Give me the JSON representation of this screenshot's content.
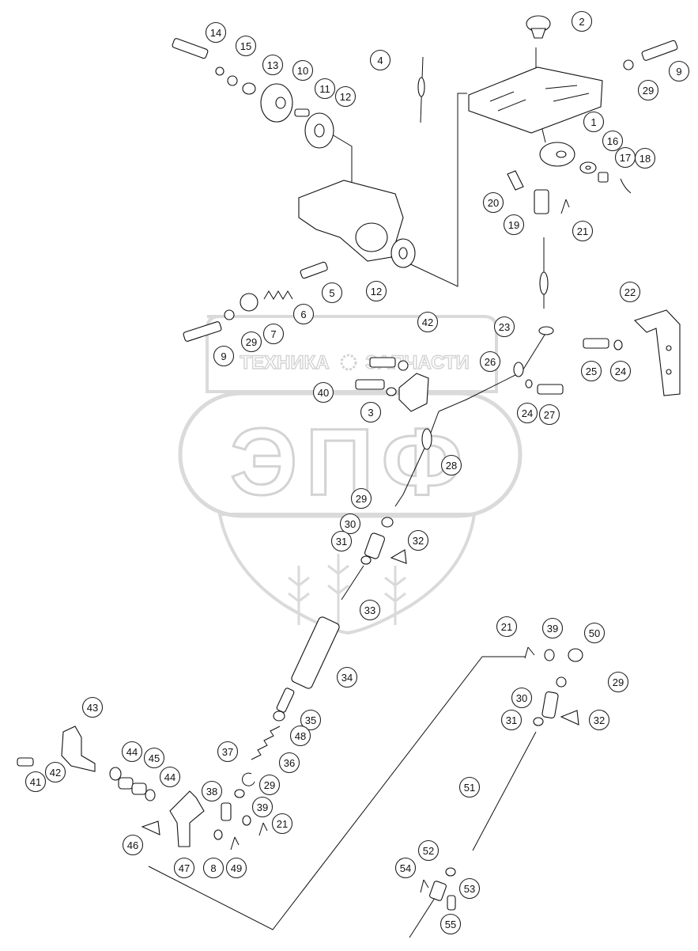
{
  "watermark": {
    "brand_left": "ТЕХНИКА",
    "brand_right": "ЗАПЧАСТИ",
    "logo_letters": "ЭПФ",
    "color": "#d9d9d9"
  },
  "callouts": [
    {
      "id": "c1",
      "label": "1"
    },
    {
      "id": "c2",
      "label": "2"
    },
    {
      "id": "c3",
      "label": "3"
    },
    {
      "id": "c4",
      "label": "4"
    },
    {
      "id": "c5",
      "label": "5"
    },
    {
      "id": "c6",
      "label": "6"
    },
    {
      "id": "c7",
      "label": "7"
    },
    {
      "id": "c8",
      "label": "8"
    },
    {
      "id": "c9a",
      "label": "9"
    },
    {
      "id": "c9b",
      "label": "9"
    },
    {
      "id": "c10",
      "label": "10"
    },
    {
      "id": "c11",
      "label": "11"
    },
    {
      "id": "c12a",
      "label": "12"
    },
    {
      "id": "c12b",
      "label": "12"
    },
    {
      "id": "c13",
      "label": "13"
    },
    {
      "id": "c14",
      "label": "14"
    },
    {
      "id": "c15",
      "label": "15"
    },
    {
      "id": "c16",
      "label": "16"
    },
    {
      "id": "c17",
      "label": "17"
    },
    {
      "id": "c18",
      "label": "18"
    },
    {
      "id": "c19",
      "label": "19"
    },
    {
      "id": "c20",
      "label": "20"
    },
    {
      "id": "c21a",
      "label": "21"
    },
    {
      "id": "c21b",
      "label": "21"
    },
    {
      "id": "c21c",
      "label": "21"
    },
    {
      "id": "c22",
      "label": "22"
    },
    {
      "id": "c23",
      "label": "23"
    },
    {
      "id": "c24a",
      "label": "24"
    },
    {
      "id": "c24b",
      "label": "24"
    },
    {
      "id": "c25",
      "label": "25"
    },
    {
      "id": "c26",
      "label": "26"
    },
    {
      "id": "c27",
      "label": "27"
    },
    {
      "id": "c28",
      "label": "28"
    },
    {
      "id": "c29a",
      "label": "29"
    },
    {
      "id": "c29b",
      "label": "29"
    },
    {
      "id": "c29c",
      "label": "29"
    },
    {
      "id": "c29d",
      "label": "29"
    },
    {
      "id": "c29e",
      "label": "29"
    },
    {
      "id": "c30a",
      "label": "30"
    },
    {
      "id": "c30b",
      "label": "30"
    },
    {
      "id": "c31a",
      "label": "31"
    },
    {
      "id": "c31b",
      "label": "31"
    },
    {
      "id": "c32a",
      "label": "32"
    },
    {
      "id": "c32b",
      "label": "32"
    },
    {
      "id": "c33",
      "label": "33"
    },
    {
      "id": "c34",
      "label": "34"
    },
    {
      "id": "c35",
      "label": "35"
    },
    {
      "id": "c36",
      "label": "36"
    },
    {
      "id": "c37",
      "label": "37"
    },
    {
      "id": "c38",
      "label": "38"
    },
    {
      "id": "c39a",
      "label": "39"
    },
    {
      "id": "c39b",
      "label": "39"
    },
    {
      "id": "c40",
      "label": "40"
    },
    {
      "id": "c41",
      "label": "41"
    },
    {
      "id": "c42a",
      "label": "42"
    },
    {
      "id": "c42b",
      "label": "42"
    },
    {
      "id": "c43",
      "label": "43"
    },
    {
      "id": "c44a",
      "label": "44"
    },
    {
      "id": "c44b",
      "label": "44"
    },
    {
      "id": "c45",
      "label": "45"
    },
    {
      "id": "c46",
      "label": "46"
    },
    {
      "id": "c47",
      "label": "47"
    },
    {
      "id": "c48",
      "label": "48"
    },
    {
      "id": "c49",
      "label": "49"
    },
    {
      "id": "c50",
      "label": "50"
    },
    {
      "id": "c51",
      "label": "51"
    },
    {
      "id": "c52",
      "label": "52"
    },
    {
      "id": "c53",
      "label": "53"
    },
    {
      "id": "c54",
      "label": "54"
    },
    {
      "id": "c55",
      "label": "55"
    }
  ]
}
